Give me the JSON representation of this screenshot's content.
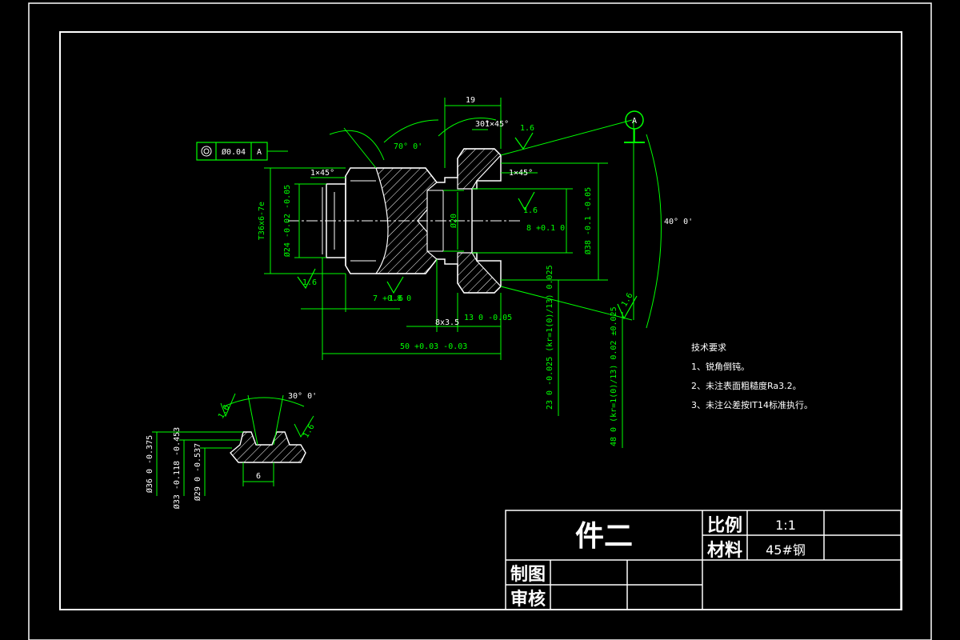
{
  "title_block": {
    "part_name": "件二",
    "scale_label": "比例",
    "scale_value": "1:1",
    "material_label": "材料",
    "material_value": "45#钢",
    "drawn_label": "制图",
    "reviewed_label": "审核"
  },
  "tech_requirements": {
    "heading": "技术要求",
    "items": [
      "1、锐角倒钝。",
      "2、未注表面粗糙度Ra3.2。",
      "3、未注公差按IT14标准执行。"
    ]
  },
  "datum": "A",
  "geo_tolerance": {
    "value": "Ø0.04",
    "datum_ref": "A"
  },
  "dims": {
    "d19_top": "19",
    "chamfer_30": "30°",
    "chamfer_1x45_a": "1×45°",
    "chamfer_1x45_b": "1×45°",
    "chamfer_1x45_c": "1×45°",
    "angle_70": "70° 0'",
    "ra_16_a": "1.6",
    "ra_16_b": "1.6",
    "ra_16_c": "1.6",
    "ra_16_d": "1.6",
    "ra_16_e": "1.6",
    "thread": "T36x6-7e",
    "dia24": "Ø24 -0.02 -0.05",
    "dia20": "Ø20",
    "t_small": "8 +0.1 0",
    "dia38": "Ø38 -0.1 -0.05",
    "angle_40": "40° 0'",
    "len_8x35": "8x3.5",
    "len_7": "7 +0.8 0",
    "len_13": "13 0 -0.05",
    "len_50": "50 +0.03 -0.03",
    "long_a": "23 0 -0.025 (kr=1(0)/13) 0.025",
    "long_b": "48 0 (kr=1(0)/13) 0.02 ±0.025",
    "detail_30": "30° 0'",
    "detail_16a": "1.6",
    "detail_16b": "1.6",
    "detail_6": "6",
    "detail_d36": "Ø36 0 -0.375",
    "detail_d33": "Ø33 -0.118 -0.453",
    "detail_d29": "Ø29 0 -0.537"
  }
}
